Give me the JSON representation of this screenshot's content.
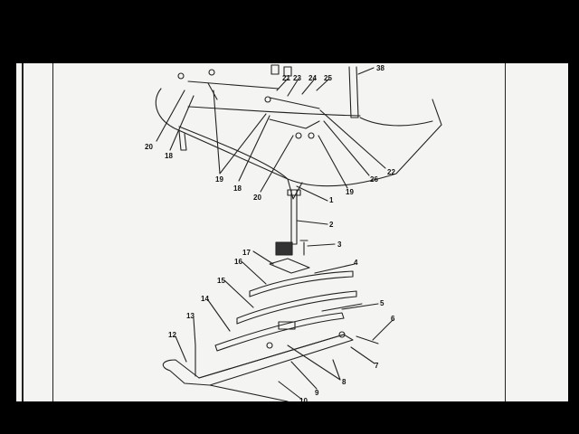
{
  "diagram": {
    "callouts": [
      {
        "id": "c38",
        "text": "38"
      },
      {
        "id": "c21",
        "text": "21"
      },
      {
        "id": "c23",
        "text": "23"
      },
      {
        "id": "c24",
        "text": "24"
      },
      {
        "id": "c25",
        "text": "25"
      },
      {
        "id": "c20a",
        "text": "20"
      },
      {
        "id": "c18a",
        "text": "18"
      },
      {
        "id": "c19a",
        "text": "19"
      },
      {
        "id": "c18b",
        "text": "18"
      },
      {
        "id": "c20b",
        "text": "20"
      },
      {
        "id": "c1",
        "text": "1"
      },
      {
        "id": "c19b",
        "text": "19"
      },
      {
        "id": "c26",
        "text": "26"
      },
      {
        "id": "c22",
        "text": "22"
      },
      {
        "id": "c2",
        "text": "2"
      },
      {
        "id": "c3",
        "text": "3"
      },
      {
        "id": "c17",
        "text": "17"
      },
      {
        "id": "c16",
        "text": "16"
      },
      {
        "id": "c4",
        "text": "4"
      },
      {
        "id": "c15",
        "text": "15"
      },
      {
        "id": "c14",
        "text": "14"
      },
      {
        "id": "c5",
        "text": "5"
      },
      {
        "id": "c13",
        "text": "13"
      },
      {
        "id": "c6",
        "text": "6"
      },
      {
        "id": "c12",
        "text": "12"
      },
      {
        "id": "c7",
        "text": "7"
      },
      {
        "id": "c8",
        "text": "8"
      },
      {
        "id": "c9",
        "text": "9"
      },
      {
        "id": "c10",
        "text": "10"
      }
    ]
  },
  "colors": {
    "background": "#000000",
    "paper": "#f4f4f2",
    "ink": "#111111"
  }
}
